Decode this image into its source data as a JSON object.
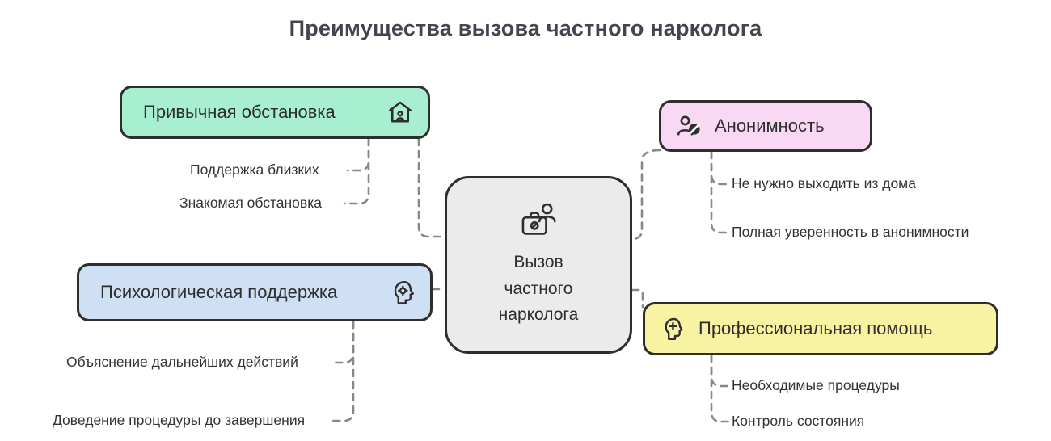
{
  "title": "Преимущества вызова частного нарколога",
  "center": {
    "label_lines": [
      "Вызов",
      "частного",
      "нарколога"
    ],
    "icon": "doctor-briefcase-icon",
    "bg": "#ebebeb"
  },
  "branches": [
    {
      "id": "habitual-environment",
      "label": "Привычная обстановка",
      "icon": "house-icon",
      "color": "#a8efd2",
      "children": [
        "Поддержка близких",
        "Знакомая обстановка"
      ]
    },
    {
      "id": "psychological-support",
      "label": "Психологическая поддержка",
      "icon": "psychology-icon",
      "color": "#cfe0f4",
      "children": [
        "Объяснение дальнейших действий",
        "Доведение процедуры до завершения"
      ]
    },
    {
      "id": "anonymity",
      "label": "Анонимность",
      "icon": "anonymous-user-icon",
      "color": "#f8d8f2",
      "children": [
        "Не нужно выходить из дома",
        "Полная уверенность в анонимности"
      ]
    },
    {
      "id": "professional-help",
      "label": "Профессиональная помощь",
      "icon": "medical-cross-icon",
      "color": "#f8f3a3",
      "children": [
        "Необходимые процедуры",
        "Контроль состояния"
      ]
    }
  ],
  "colors": {
    "border": "#2e2e2e",
    "connector": "#888888",
    "title_text": "#44444f",
    "leaf_text": "#333333"
  }
}
